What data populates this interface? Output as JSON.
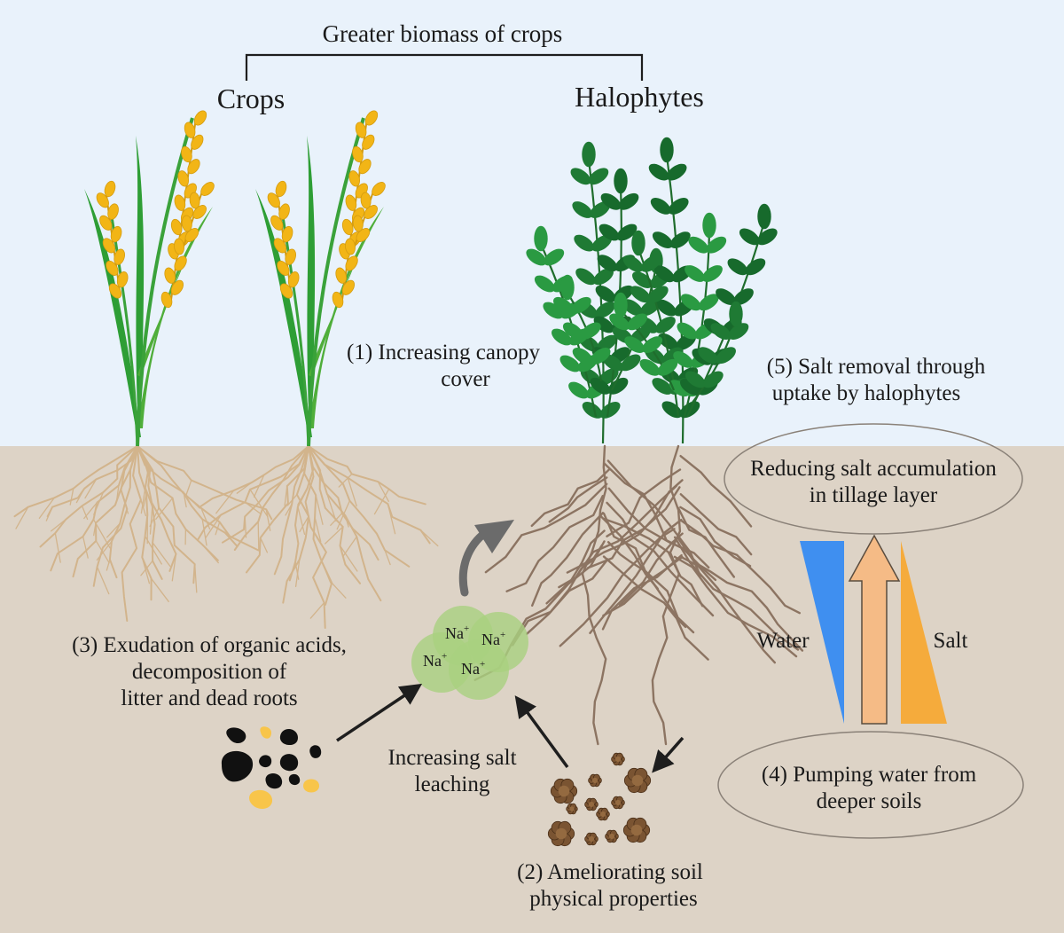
{
  "top_title": "Greater biomass of crops",
  "groups": {
    "crops": "Crops",
    "halophytes": "Halophytes"
  },
  "labels": {
    "canopy_line1": "(1) Increasing canopy",
    "canopy_line2": "cover",
    "salt_removal_line1": "(5) Salt removal through",
    "salt_removal_line2": "uptake by halophytes",
    "reducing_line1": "Reducing salt accumulation",
    "reducing_line2": "in tillage layer",
    "exudation_line1": "(3) Exudation of organic acids,",
    "exudation_line2": "decomposition of",
    "exudation_line3": "litter and dead roots",
    "leaching_line1": "Increasing salt",
    "leaching_line2": "leaching",
    "soil_line1": "(2) Ameliorating soil",
    "soil_line2": "physical properties",
    "pumping_line1": "(4) Pumping water from",
    "pumping_line2": "deeper soils",
    "water": "Water",
    "salt": "Salt"
  },
  "ions": {
    "symbol": "Na",
    "charge": "+"
  },
  "colors": {
    "sky": "#e9f2fb",
    "soil": "#ddd3c6",
    "crop_root": "#d2b48c",
    "halophyte_root": "#8c7462",
    "grain": "#f2b516",
    "leaf_green": "#2e9e35",
    "halophyte_leaf": "#1f7a34",
    "water_wedge": "#3f8ff0",
    "salt_wedge": "#f5ab3c",
    "up_arrow": "#f5bb86",
    "na_cluster": "#a9d180",
    "curved_arrow": "#6b6b6b"
  }
}
